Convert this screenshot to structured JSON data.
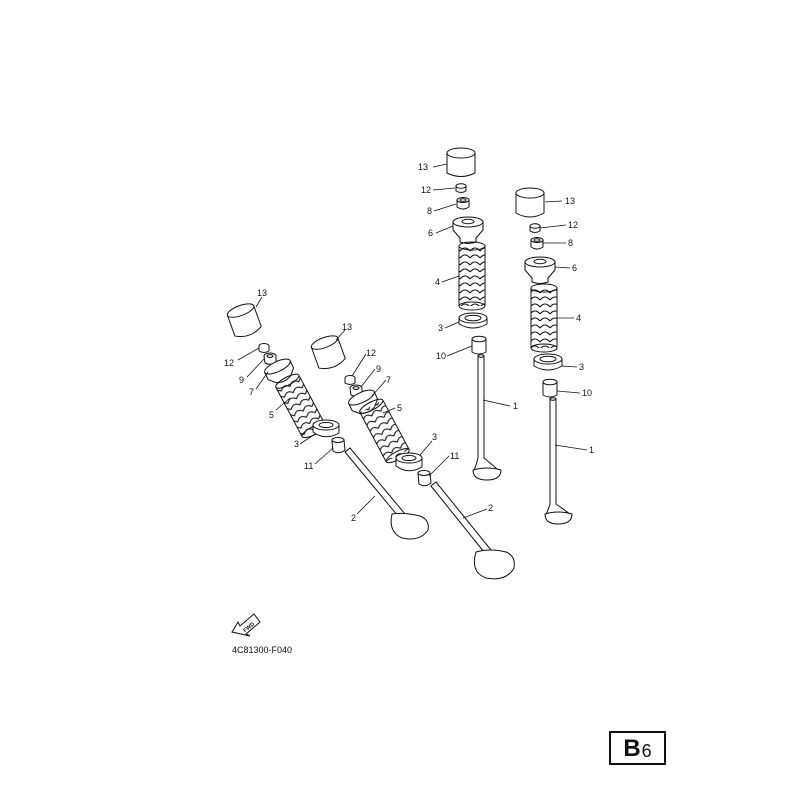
{
  "diagram": {
    "part_labels": {
      "p1a": "1",
      "p1b": "1",
      "p2a": "2",
      "p2b": "2",
      "p3a": "3",
      "p3b": "3",
      "p3c": "3",
      "p3d": "3",
      "p4a": "4",
      "p4b": "4",
      "p5a": "5",
      "p5b": "5",
      "p6a": "6",
      "p6b": "6",
      "p7a": "7",
      "p7b": "7",
      "p8a": "8",
      "p8b": "8",
      "p9a": "9",
      "p9b": "9",
      "p10a": "10",
      "p10b": "10",
      "p11a": "11",
      "p11b": "11",
      "p12a": "12",
      "p12b": "12",
      "p12c": "12",
      "p12d": "12",
      "p13a": "13",
      "p13b": "13",
      "p13c": "13",
      "p13d": "13"
    },
    "fwd_label": "FWD",
    "drawing_code": "4C81300-F040",
    "page_tag_letter": "B",
    "page_tag_number": "6"
  }
}
